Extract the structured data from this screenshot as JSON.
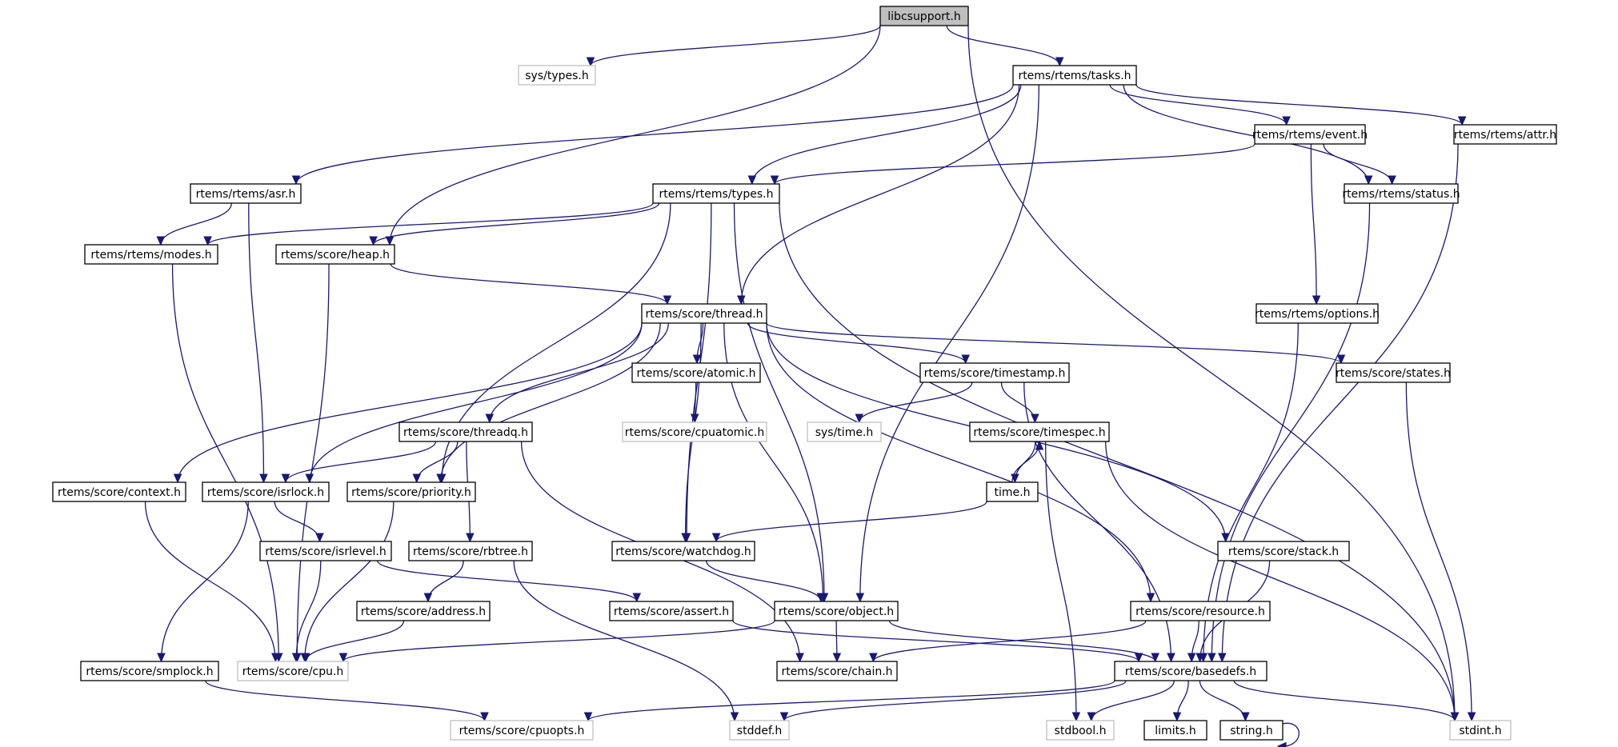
{
  "title": "libcsupport.h include dependency graph",
  "colors": {
    "edge": "#191970",
    "root_fill": "#bfbfbf",
    "node_border": "#000000",
    "external_border": "#bfbfbf"
  },
  "nodes": [
    {
      "id": "libcsupport",
      "label": "libcsupport.h",
      "kind": "root"
    },
    {
      "id": "systypes",
      "label": "sys/types.h",
      "kind": "external"
    },
    {
      "id": "tasks",
      "label": "rtems/rtems/tasks.h",
      "kind": "internal"
    },
    {
      "id": "asr",
      "label": "rtems/rtems/asr.h",
      "kind": "internal"
    },
    {
      "id": "types",
      "label": "rtems/rtems/types.h",
      "kind": "internal"
    },
    {
      "id": "event",
      "label": "rtems/rtems/event.h",
      "kind": "internal"
    },
    {
      "id": "attr",
      "label": "rtems/rtems/attr.h",
      "kind": "internal"
    },
    {
      "id": "status",
      "label": "rtems/rtems/status.h",
      "kind": "internal"
    },
    {
      "id": "modes",
      "label": "rtems/rtems/modes.h",
      "kind": "internal"
    },
    {
      "id": "heap",
      "label": "rtems/score/heap.h",
      "kind": "internal"
    },
    {
      "id": "thread",
      "label": "rtems/score/thread.h",
      "kind": "internal"
    },
    {
      "id": "options",
      "label": "rtems/rtems/options.h",
      "kind": "internal"
    },
    {
      "id": "atomic",
      "label": "rtems/score/atomic.h",
      "kind": "internal"
    },
    {
      "id": "timestamp",
      "label": "rtems/score/timestamp.h",
      "kind": "internal"
    },
    {
      "id": "states",
      "label": "rtems/score/states.h",
      "kind": "internal"
    },
    {
      "id": "cpuatomic",
      "label": "rtems/score/cpuatomic.h",
      "kind": "external"
    },
    {
      "id": "systime",
      "label": "sys/time.h",
      "kind": "external"
    },
    {
      "id": "timespec",
      "label": "rtems/score/timespec.h",
      "kind": "internal"
    },
    {
      "id": "threadq",
      "label": "rtems/score/threadq.h",
      "kind": "internal"
    },
    {
      "id": "context",
      "label": "rtems/score/context.h",
      "kind": "internal"
    },
    {
      "id": "isrlock",
      "label": "rtems/score/isrlock.h",
      "kind": "internal"
    },
    {
      "id": "priority",
      "label": "rtems/score/priority.h",
      "kind": "internal"
    },
    {
      "id": "timeh",
      "label": "time.h",
      "kind": "internal"
    },
    {
      "id": "isrlevel",
      "label": "rtems/score/isrlevel.h",
      "kind": "internal"
    },
    {
      "id": "rbtree",
      "label": "rtems/score/rbtree.h",
      "kind": "internal"
    },
    {
      "id": "watchdog",
      "label": "rtems/score/watchdog.h",
      "kind": "internal"
    },
    {
      "id": "stack",
      "label": "rtems/score/stack.h",
      "kind": "internal"
    },
    {
      "id": "address",
      "label": "rtems/score/address.h",
      "kind": "internal"
    },
    {
      "id": "assert",
      "label": "rtems/score/assert.h",
      "kind": "internal"
    },
    {
      "id": "object",
      "label": "rtems/score/object.h",
      "kind": "internal"
    },
    {
      "id": "resource",
      "label": "rtems/score/resource.h",
      "kind": "internal"
    },
    {
      "id": "smplock",
      "label": "rtems/score/smplock.h",
      "kind": "internal"
    },
    {
      "id": "cpu",
      "label": "rtems/score/cpu.h",
      "kind": "external"
    },
    {
      "id": "chain",
      "label": "rtems/score/chain.h",
      "kind": "internal"
    },
    {
      "id": "basedefs",
      "label": "rtems/score/basedefs.h",
      "kind": "internal"
    },
    {
      "id": "cpuopts",
      "label": "rtems/score/cpuopts.h",
      "kind": "external"
    },
    {
      "id": "stddef",
      "label": "stddef.h",
      "kind": "external"
    },
    {
      "id": "stdbool",
      "label": "stdbool.h",
      "kind": "external"
    },
    {
      "id": "limits",
      "label": "limits.h",
      "kind": "internal"
    },
    {
      "id": "string",
      "label": "string.h",
      "kind": "internal"
    },
    {
      "id": "stdint",
      "label": "stdint.h",
      "kind": "external"
    }
  ],
  "edges": [
    [
      "libcsupport",
      "systypes"
    ],
    [
      "libcsupport",
      "tasks"
    ],
    [
      "libcsupport",
      "heap"
    ],
    [
      "libcsupport",
      "stdint"
    ],
    [
      "tasks",
      "asr"
    ],
    [
      "tasks",
      "types"
    ],
    [
      "tasks",
      "event"
    ],
    [
      "tasks",
      "attr"
    ],
    [
      "tasks",
      "status"
    ],
    [
      "tasks",
      "thread"
    ],
    [
      "tasks",
      "object"
    ],
    [
      "event",
      "types"
    ],
    [
      "event",
      "status"
    ],
    [
      "event",
      "options"
    ],
    [
      "attr",
      "basedefs"
    ],
    [
      "status",
      "basedefs"
    ],
    [
      "asr",
      "modes"
    ],
    [
      "asr",
      "isrlock"
    ],
    [
      "types",
      "modes"
    ],
    [
      "types",
      "heap"
    ],
    [
      "types",
      "priority"
    ],
    [
      "types",
      "watchdog"
    ],
    [
      "types",
      "object"
    ],
    [
      "types",
      "stdint"
    ],
    [
      "modes",
      "cpu"
    ],
    [
      "heap",
      "thread"
    ],
    [
      "heap",
      "cpu"
    ],
    [
      "options",
      "basedefs"
    ],
    [
      "states",
      "stdint"
    ],
    [
      "thread",
      "atomic"
    ],
    [
      "thread",
      "timestamp"
    ],
    [
      "thread",
      "states"
    ],
    [
      "thread",
      "threadq"
    ],
    [
      "thread",
      "context"
    ],
    [
      "thread",
      "isrlock"
    ],
    [
      "thread",
      "priority"
    ],
    [
      "thread",
      "watchdog"
    ],
    [
      "thread",
      "object"
    ],
    [
      "thread",
      "resource"
    ],
    [
      "thread",
      "stack"
    ],
    [
      "atomic",
      "cpuatomic"
    ],
    [
      "timestamp",
      "systime"
    ],
    [
      "timestamp",
      "timespec"
    ],
    [
      "timestamp",
      "basedefs"
    ],
    [
      "timespec",
      "timeh"
    ],
    [
      "timespec",
      "stdbool"
    ],
    [
      "timespec",
      "stdint"
    ],
    [
      "timeh",
      "timespec"
    ],
    [
      "timeh",
      "watchdog"
    ],
    [
      "threadq",
      "isrlock"
    ],
    [
      "threadq",
      "priority"
    ],
    [
      "threadq",
      "rbtree"
    ],
    [
      "threadq",
      "chain"
    ],
    [
      "context",
      "cpu"
    ],
    [
      "isrlock",
      "isrlevel"
    ],
    [
      "isrlock",
      "smplock"
    ],
    [
      "priority",
      "cpu"
    ],
    [
      "isrlevel",
      "cpu"
    ],
    [
      "isrlevel",
      "assert"
    ],
    [
      "rbtree",
      "address"
    ],
    [
      "rbtree",
      "stddef"
    ],
    [
      "watchdog",
      "object"
    ],
    [
      "stack",
      "basedefs"
    ],
    [
      "address",
      "cpu"
    ],
    [
      "assert",
      "basedefs"
    ],
    [
      "object",
      "cpu"
    ],
    [
      "object",
      "chain"
    ],
    [
      "object",
      "basedefs"
    ],
    [
      "resource",
      "chain"
    ],
    [
      "resource",
      "basedefs"
    ],
    [
      "smplock",
      "cpuopts"
    ],
    [
      "basedefs",
      "cpuopts"
    ],
    [
      "basedefs",
      "stddef"
    ],
    [
      "basedefs",
      "stdbool"
    ],
    [
      "basedefs",
      "limits"
    ],
    [
      "basedefs",
      "string"
    ],
    [
      "basedefs",
      "stdint"
    ],
    [
      "string",
      "string"
    ]
  ]
}
